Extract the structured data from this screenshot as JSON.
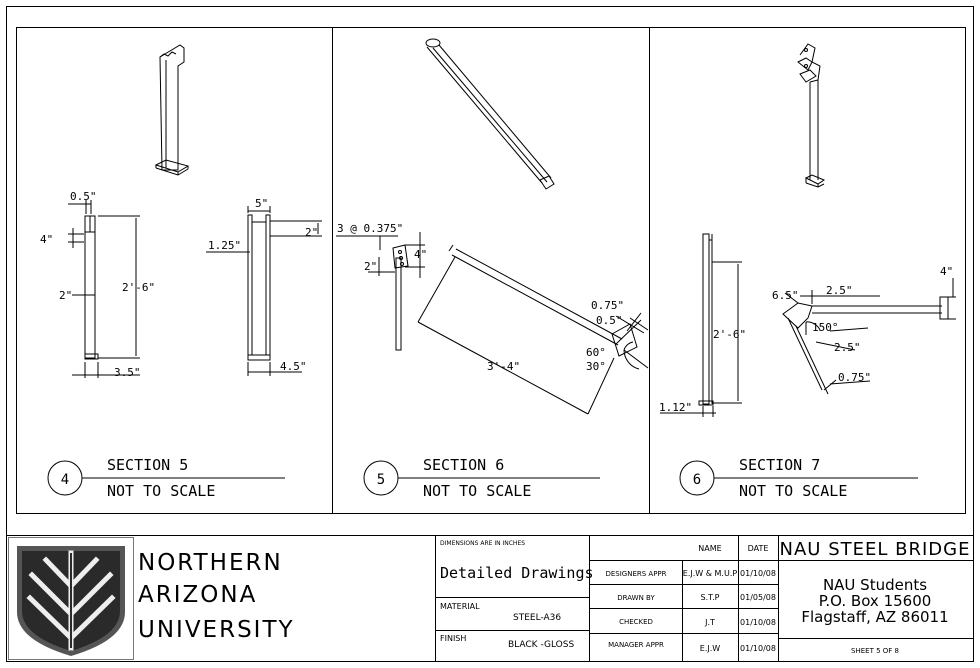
{
  "sections": [
    {
      "number": "4",
      "title": "SECTION 5",
      "scale_note": "NOT TO SCALE",
      "dims": [
        "0.5\"",
        "4\"",
        "2\"",
        "2'-6\"",
        "3.5\"",
        "5\"",
        "2\"",
        "1.25\"",
        "4.5\""
      ]
    },
    {
      "number": "5",
      "title": "SECTION 6",
      "scale_note": "NOT TO SCALE",
      "dims": [
        "3 @ 0.375\"",
        "4\"",
        "2\"",
        "0.75\"",
        "0.5\"",
        "60°",
        "30°",
        "3'-4\""
      ]
    },
    {
      "number": "6",
      "title": "SECTION 7",
      "scale_note": "NOT TO SCALE",
      "dims": [
        "4\"",
        "6.5\"",
        "2.5\"",
        "150°",
        "2.5\"",
        "0.75\"",
        "2'-6\"",
        "1.12\""
      ]
    }
  ],
  "title_block": {
    "university": [
      "NORTHERN",
      "ARIZONA",
      "UNIVERSITY"
    ],
    "dimension_note": "DIMENSIONS ARE IN INCHES",
    "drawing_title": "Detailed Drawings",
    "material_label": "MATERIAL",
    "material_value": "STEEL-A36",
    "finish_label": "FINISH",
    "finish_value": "BLACK -GLOSS",
    "col_name": "NAME",
    "col_date": "DATE",
    "rows": [
      {
        "role": "DESIGNERS APPR",
        "name": "E.J.W & M.U.P",
        "date": "01/10/08"
      },
      {
        "role": "DRAWN BY",
        "name": "S.T.P",
        "date": "01/05/08"
      },
      {
        "role": "CHECKED",
        "name": "J.T",
        "date": "01/10/08"
      },
      {
        "role": "MANAGER APPR",
        "name": "E.J.W",
        "date": "01/10/08"
      }
    ],
    "project": "NAU STEEL BRIDGE",
    "address": [
      "NAU Students",
      "P.O. Box 15600",
      "Flagstaff, AZ 86011"
    ],
    "sheet": "SHEET 5 OF 8"
  },
  "icons": {
    "logo": "nau-shield-logo"
  }
}
